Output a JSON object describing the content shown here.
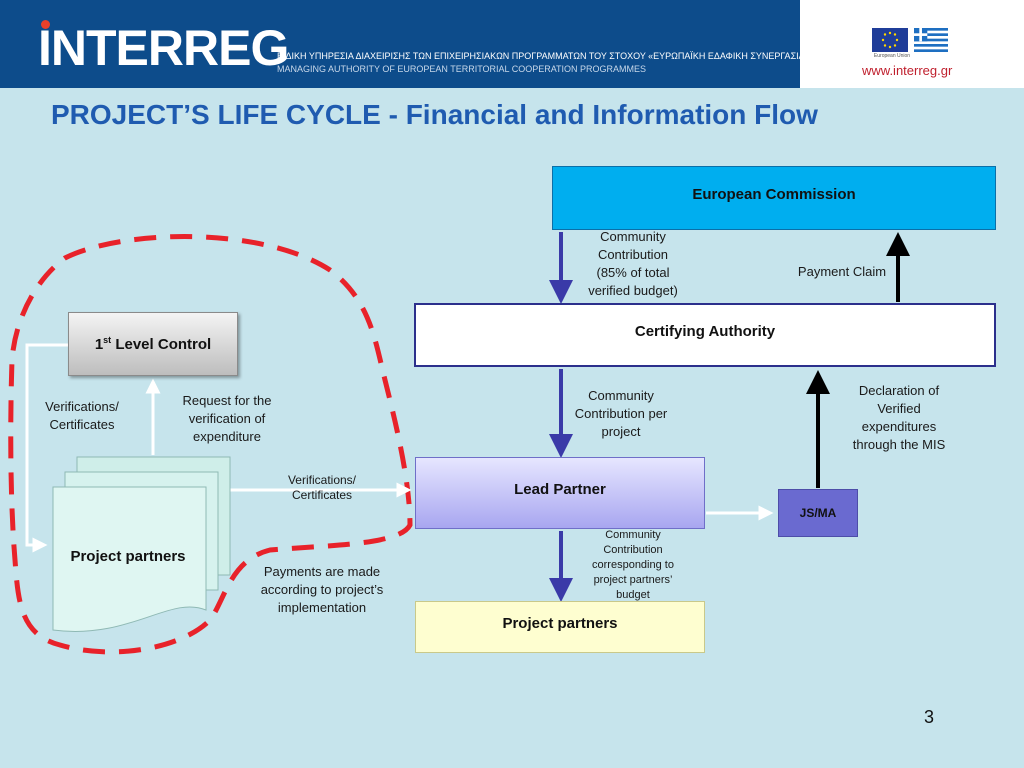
{
  "header": {
    "logo_text": "INTERREG",
    "subtitle_line1": "ΕΙΔΙΚΗ ΥΠΗΡΕΣΙΑ ΔΙΑΧΕΙΡΙΣΗΣ ΤΩΝ ΕΠΙΧΕΙΡΗΣΙΑΚΩΝ ΠΡΟΓΡΑΜΜΑΤΩΝ ΤΟΥ ΣΤΟΧΟΥ «ΕΥΡΩΠΑΪΚΗ ΕΔΑΦΙΚΗ ΣΥΝΕΡΓΑΣΙΑ»",
    "subtitle_line2": "MANAGING AUTHORITY OF EUROPEAN TERRITORIAL COOPERATION PROGRAMMES",
    "website": "www.interreg.gr",
    "eu_flag_caption": "European Union",
    "brand_color": "#0d4c8b"
  },
  "slide": {
    "title": "PROJECT’S LIFE CYCLE - Financial and Information Flow",
    "page_number": "3"
  },
  "nodes": {
    "european_commission": "European Commission",
    "certifying_authority": "Certifying Authority",
    "lead_partner": "Lead Partner",
    "project_partners_bottom": "Project partners",
    "js_ma": "JS/MA",
    "first_level_control_sup": "st",
    "first_level_control_num": "1",
    "first_level_control_rest": " Level Control",
    "project_partners_left": "Project partners"
  },
  "labels": {
    "community_contribution_85": [
      "Community",
      "Contribution",
      "(85% of total",
      "verified budget)"
    ],
    "payment_claim": "Payment Claim",
    "community_contribution_per_project": [
      "Community",
      "Contribution per",
      "project"
    ],
    "declaration": [
      "Declaration of",
      "Verified",
      "expenditures",
      "through the MIS"
    ],
    "community_contribution_budget": [
      "Community",
      "Contribution",
      "corresponding to",
      "project partners’",
      "budget"
    ],
    "verifications_certificates_left": [
      "Verifications/",
      "Certificates"
    ],
    "request_verification": [
      "Request for the",
      "verification of",
      "expenditure"
    ],
    "verifications_certificates_mid": [
      "Verifications/",
      "Certificates"
    ],
    "payments_made": [
      "Payments are made",
      "according to project’s",
      "implementation"
    ]
  }
}
